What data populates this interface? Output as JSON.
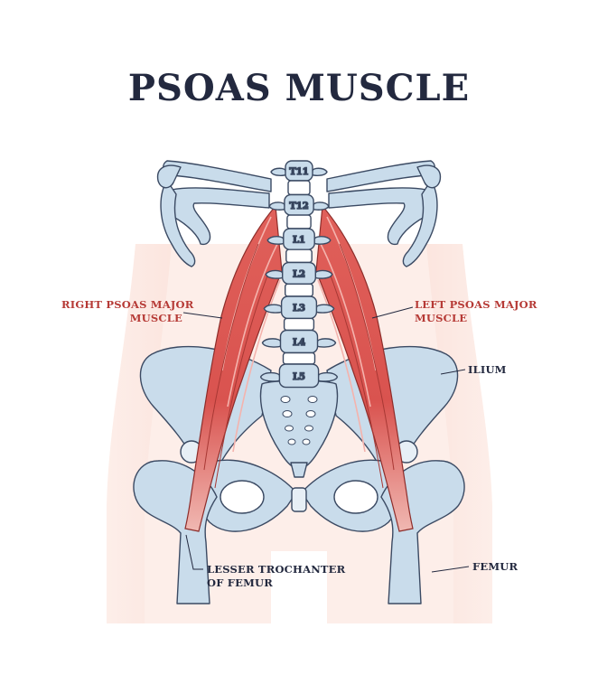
{
  "title": "PSOAS MUSCLE",
  "vertebrae": [
    "T11",
    "T12",
    "L1",
    "L2",
    "L3",
    "L4",
    "L5"
  ],
  "labels": {
    "right_psoas_line1": "RIGHT PSOAS MAJOR",
    "right_psoas_line2": "MUSCLE",
    "left_psoas_line1": "LEFT PSOAS MAJOR",
    "left_psoas_line2": "MUSCLE",
    "ilium": "ILIUM",
    "lesser_trochanter_line1": "LESSER TROCHANTER",
    "lesser_trochanter_line2": "OF FEMUR",
    "femur": "FEMUR"
  },
  "colors": {
    "bone": "#c9dceb",
    "bone_outline": "#3b4a63",
    "muscle": "#d9534f",
    "muscle_light": "#ee8a85",
    "body_glow": "#fbe3dc",
    "label_red": "#b63a36",
    "label_dark": "#23293f"
  }
}
